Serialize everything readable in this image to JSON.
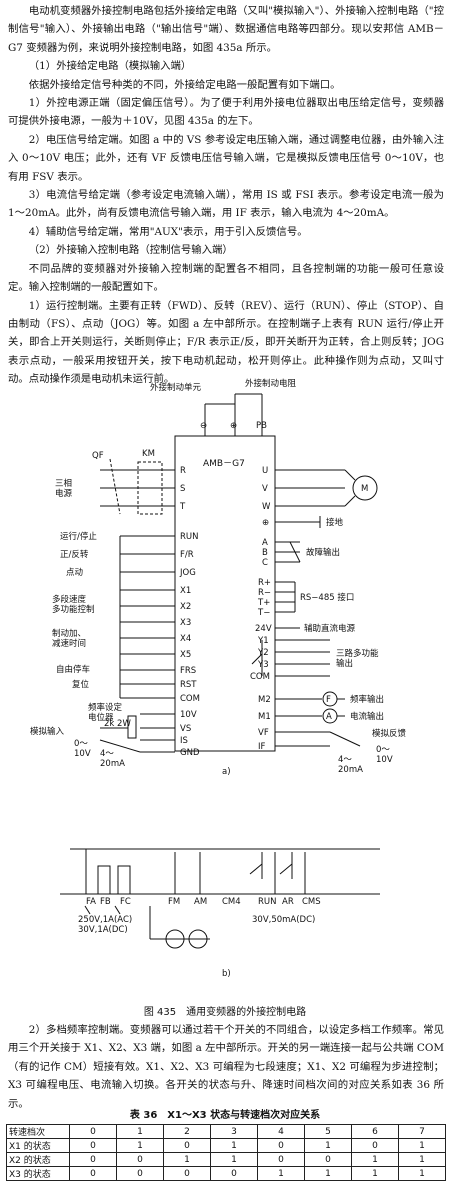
{
  "paragraphs_top": [
    "电动机变频器外接控制电路包括外接给定电路（又叫\"模拟输入\"）、外接输入控制电路（\"控制信号\"输入）、外接输出电路（\"输出信号\"端）、数据通信电路等四部分。现以安邦信 AMB－G7 变频器为例，来说明外接控制电路，如图 435a 所示。",
    "（1）外接给定电路（模拟输入端）",
    "依据外接给定信号种类的不同，外接给定电路一般配置有如下端口。",
    "1）外控电源正端（固定偏压信号）。为了便于利用外接电位器取出电压给定信号，变频器可提供外接电源，一般为＋10V，见图 435a 的左下。",
    "2）电压信号给定端。如图 a 中的 VS 参考设定电压输入端，通过调整电位器，由外输入注入 0～10V 电压；此外，还有 VF 反馈电压信号输入端，它是模拟反馈电压信号 0～10V，也有用 FSV 表示。",
    "3）电流信号给定端（参考设定电流输入端），常用 IS 或 FSI 表示。参考设定电流一般为 1～20mA。此外，尚有反馈电流信号输入端，用 IF 表示，输入电流为 4～20mA。",
    "4）辅助信号给定端，常用\"AUX\"表示，用于引入反馈信号。",
    "（2）外接输入控制电路（控制信号输入端）",
    "不同品牌的变频器对外接输入控制端的配置各不相同，且各控制端的功能一般可任意设定。输入控制端的一般配置如下。",
    "1）运行控制端。主要有正转（FWD）、反转（REV）、运行（RUN）、停止（STOP）、自由制动（FS）、点动（JOG）等。如图 a 左中部所示。在控制端子上表有 RUN 运行/停止开关，即合上开关则运行，关断则停止；F/R 表示正/反，即开关断开为正转，合上则反转；JOG 表示点动，一般采用按钮开关，按下电动机起动，松开则停止。此种操作则为点动，又叫寸动。点动操作须是电动机未运行前。"
  ],
  "figure": {
    "top_labels": {
      "brake_unit": "外接制动单元",
      "brake_resistor": "外接制动电阻"
    },
    "dc_terminals": [
      "⊖",
      "⊕",
      "PB"
    ],
    "model": "AMB－G7",
    "left_labels": {
      "qf": "QF",
      "km": "KM",
      "power": "三相\n电源",
      "run_stop": "运行/停止",
      "fwd_rev": "正/反转",
      "jog": "点动",
      "multi_speed": "多段速度\n多功能控制",
      "accel_decel": "制动加、\n减速时间",
      "free_stop": "自由停车",
      "reset": "复位",
      "freq_pot": "频率设定\n电位器",
      "pot_spec": "2k  2W",
      "analog_in": "模拟输入",
      "v_range": "0～\n10V",
      "i_range": "4～\n20mA"
    },
    "left_terminals": [
      "R",
      "S",
      "T",
      "RUN",
      "F/R",
      "JOG",
      "X1",
      "X2",
      "X3",
      "X4",
      "X5",
      "FRS",
      "RST",
      "COM",
      "10V",
      "VS",
      "IS",
      "GND"
    ],
    "right_terminals": [
      "U",
      "V",
      "W",
      "⊕",
      "A",
      "B",
      "C",
      "R+",
      "R−",
      "T+",
      "T−",
      "24V",
      "Y1",
      "Y2",
      "Y3",
      "COM",
      "M2",
      "M1",
      "VF",
      "IF"
    ],
    "right_labels": {
      "motor": "M",
      "ground": "接地",
      "fault_out": "故障输出",
      "rs485": "RS−485 接口",
      "aux_power": "辅助直流电源",
      "multi_out": "三路多功能\n输出",
      "freq_out": "频率输出",
      "current_out": "电流输出",
      "analog_fb": "模拟反馈",
      "meter_f": "F",
      "meter_a": "A",
      "v_range_r": "0～\n10V",
      "i_range_r": "4～\n20mA"
    },
    "sub_a": "a)",
    "b_terminals": [
      "FA",
      "FB",
      "FC",
      "FM",
      "AM",
      "CM4",
      "RUN",
      "AR",
      "CMS"
    ],
    "b_rating_left": "250V,1A(AC)\n30V,1A(DC)",
    "b_rating_right": "30V,50mA(DC)",
    "sub_b": "b)"
  },
  "caption": "图 435　通用变频器的外接控制电路",
  "paragraphs_bottom": [
    "2）多档频率控制端。变频器可以通过若干个开关的不同组合，以设定多档工作频率。常见用三个开关接于 X1、X2、X3 端，如图 a 左中部所示。开关的另一端连接一起与公共端 COM（有的记作 CM）短接有效。X1、X2、X3 可编程为七段速度；X1、X2 可编程为步进控制；X3 可编程电压、电流输入切换。各开关的状态与升、降速时间档次间的对应关系如表 36 所示。"
  ],
  "table_caption": "表 36　X1～X3 状态与转速档次对应关系",
  "table": {
    "header": [
      "转速档次",
      "0",
      "1",
      "2",
      "3",
      "4",
      "5",
      "6",
      "7"
    ],
    "rows": [
      [
        "X1 的状态",
        "0",
        "1",
        "0",
        "1",
        "0",
        "1",
        "0",
        "1"
      ],
      [
        "X2 的状态",
        "0",
        "0",
        "1",
        "1",
        "0",
        "0",
        "1",
        "1"
      ],
      [
        "X3 的状态",
        "0",
        "0",
        "0",
        "0",
        "1",
        "1",
        "1",
        "1"
      ]
    ]
  }
}
